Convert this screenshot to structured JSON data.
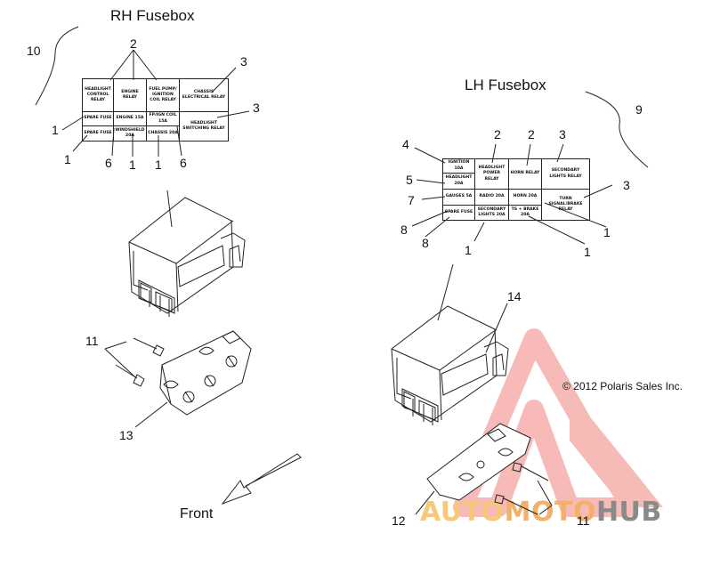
{
  "titles": {
    "rh": "RH Fusebox",
    "lh": "LH Fusebox",
    "front": "Front"
  },
  "copyright": "© 2012 Polaris Sales Inc.",
  "watermark": {
    "part1": "AUTO",
    "part2": "MOTO",
    "part3": "HUB",
    "colors": {
      "auto": "#f5c87a",
      "moto": "#f2b06a",
      "hub": "#8a8a8a",
      "triangle": "#f4a3a0"
    }
  },
  "rh_table": {
    "c1": "HEADLIGHT CONTROL RELAY",
    "c2": "ENGINE RELAY",
    "c3": "FUEL PUMP/ IGNITION COIL RELAY",
    "c4": "CHASSIS ELECTRICAL RELAY",
    "c5": "SPARE FUSE",
    "c6": "ENGINE 15A",
    "c7": "FP/IGN COIL 15A",
    "c8": "HEADLIGHT SWITCHING RELAY",
    "c9": "SPARE FUSE",
    "c10": "WINDSHIELD 20A",
    "c11": "CHASSIS 20A"
  },
  "lh_table": {
    "c1": "IGNITION 10A",
    "c2": "HEADLIGHT POWER RELAY",
    "c3": "HORN RELAY",
    "c4": "SECONDARY LIGHTS RELAY",
    "c5": "HEADLIGHT 20A",
    "c6": "GAUGES 5A",
    "c7": "RADIO 20A",
    "c8": "HORN 20A",
    "c9": "TURN SIGNAL/BRAKE RELAY",
    "c10": "SPARE FUSE",
    "c11": "SECONDARY LIGHTS 20A",
    "c12": "TS + BRAKE 20A"
  },
  "callouts": {
    "rh": [
      "10",
      "2",
      "3",
      "3",
      "1",
      "1",
      "6",
      "1",
      "1",
      "6",
      "11",
      "13"
    ],
    "lh": [
      "4",
      "2",
      "2",
      "3",
      "9",
      "5",
      "3",
      "7",
      "8",
      "1",
      "8",
      "1",
      "1",
      "14",
      "11",
      "12"
    ]
  }
}
